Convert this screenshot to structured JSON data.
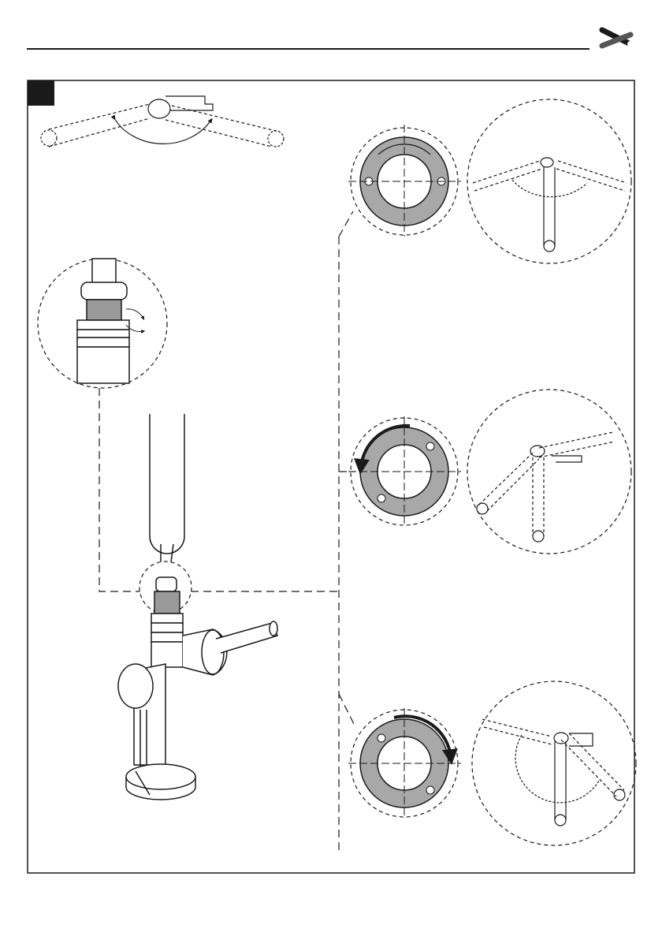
{
  "header": {
    "icon": "wrench-screwdriver-icon"
  },
  "panel": {
    "step_number": "",
    "step_badge_color": "#1a1a1a"
  },
  "colors": {
    "line": "#1a1a1a",
    "ring_fill": "#a8a8a8",
    "cartridge_fill": "#9a9a9a"
  },
  "detail_views": [
    {
      "name": "ring-center",
      "ring_rotation": "none",
      "spout_position": "center"
    },
    {
      "name": "ring-rotated-left",
      "ring_rotation": "counterclockwise",
      "spout_position": "left"
    },
    {
      "name": "ring-rotated-right",
      "ring_rotation": "clockwise",
      "spout_position": "right"
    }
  ]
}
